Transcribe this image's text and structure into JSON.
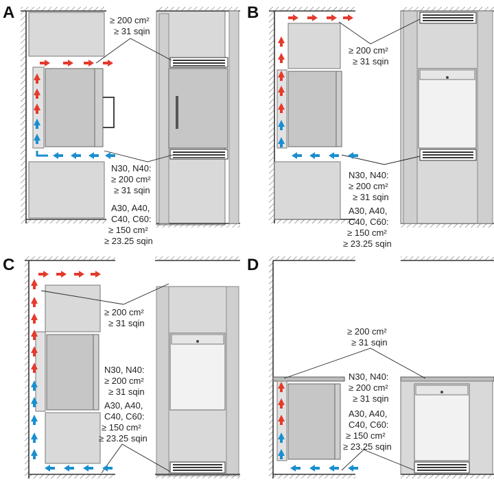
{
  "panels": [
    {
      "letter": "A",
      "notes": [
        "≥ 200 cm²",
        "≥ 31 sqin"
      ],
      "bottom_notes": [
        "N30, N40:",
        "≥ 200 cm²",
        "≥ 31 sqin",
        "A30, A40,",
        "C40, C60:",
        "≥ 150 cm²",
        "≥ 23.25 sqin"
      ]
    },
    {
      "letter": "B",
      "notes": [
        "≥ 200 cm²",
        "≥ 31 sqin"
      ],
      "bottom_notes": [
        "N30, N40:",
        "≥ 200 cm²",
        "≥ 31 sqin",
        "A30, A40,",
        "C40, C60:",
        "≥ 150 cm²",
        "≥ 23.25 sqin"
      ]
    },
    {
      "letter": "C",
      "notes": [
        "≥ 200 cm²",
        "≥ 31 sqin"
      ],
      "bottom_notes": [
        "N30, N40:",
        "≥ 200 cm²",
        "≥ 31 sqin",
        "A30, A40,",
        "C40, C60:",
        "≥ 150 cm²",
        "≥ 23.25 sqin"
      ]
    },
    {
      "letter": "D",
      "notes": [
        "≥ 200 cm²",
        "≥ 31 sqin"
      ],
      "bottom_notes": [
        "N30, N40:",
        "≥ 200 cm²",
        "≥ 31 sqin",
        "A30, A40,",
        "C40, C60:",
        "≥ 150 cm²",
        "≥ 23.25 sqin"
      ]
    }
  ],
  "colors": {
    "warm_air": "#e53a2c",
    "cool_air": "#1a8fd0",
    "cabinet": "#d9d9d9",
    "cabinet_dark": "#c6c6c6"
  },
  "icons": [
    "warm-air-arrow-icon",
    "cool-air-arrow-icon",
    "vent-grille-icon"
  ]
}
